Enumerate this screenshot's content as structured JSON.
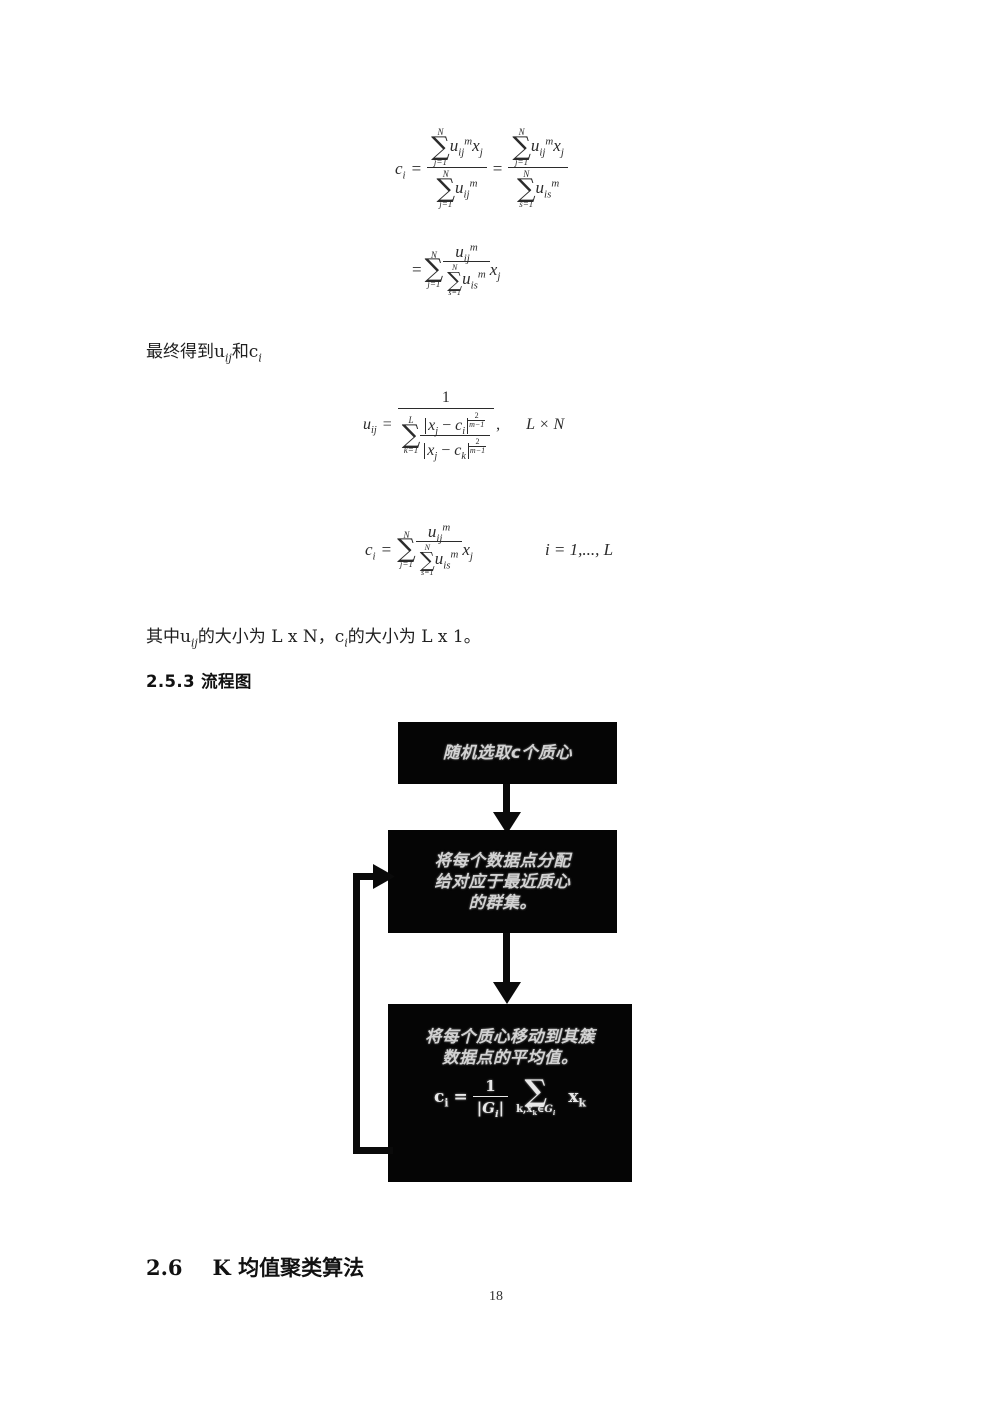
{
  "document": {
    "page_number": "18",
    "background_color": "#ffffff",
    "text_color": "#1f1f1f"
  },
  "equations": {
    "eq1": {
      "name": "centroid-update-derivation",
      "lhs": "c_i",
      "expression": "c_i = (sum_{j=1}^{N} u_ij^m x_j) / (sum_{j=1}^{N} u_ij^m) = (sum_{j=1}^{N} u_ij^m x_j) / (sum_{s=1}^{N} u_is^m)",
      "second_line": "= sum_{j=1}^{N} ( u_ij^m / sum_{s=1}^{N} u_is^m ) x_j",
      "symbols": {
        "c": "c",
        "u": "u",
        "x": "x",
        "m": "m",
        "N": "N",
        "i": "i",
        "j": "j",
        "s": "s",
        "lower_limit_j": "j=1",
        "lower_limit_s": "s=1"
      }
    },
    "eq2": {
      "name": "membership-update",
      "expression": "u_ij = 1 / ( sum_{k=1}^{L} ( ||x_j - c_i|| / ||x_j - c_k|| )^{2/(m-1)} )",
      "annotation": "L × N",
      "annotation_left": "L",
      "annotation_times": "×",
      "annotation_right": "N",
      "numerator": "1",
      "exponent_num": "2",
      "exponent_den": "m−1",
      "sum_upper": "L",
      "sum_lower": "k=1"
    },
    "eq3": {
      "name": "centroid-final",
      "expression": "c_i = sum_{j=1}^{N} ( u_ij^m / sum_{s=1}^{N} u_is^m ) x_j",
      "annotation": "i = 1,..., L",
      "sum_upper": "N",
      "sum_lower": "j=1",
      "inner_sum_upper": "N",
      "inner_sum_lower": "s=1"
    }
  },
  "paragraphs": {
    "intro": "最终得到u",
    "intro_sub": "ij",
    "intro_tail": "和c",
    "intro_tail_sub": "i",
    "dims_1": "其中u",
    "dims_1_sub": "ij",
    "dims_2": "的大小为 L x N，",
    "dims_3": "c",
    "dims_3_sub": "i",
    "dims_4": "的大小为 L x 1。"
  },
  "headings": {
    "section_253": "2.5.3 流程图",
    "section_26_number": "2.6",
    "section_26_title": "K 均值聚类算法"
  },
  "flowchart": {
    "name": "kmeans-flowchart",
    "box_fill": "#050505",
    "text_color": "#d2d2d2",
    "boxes": [
      {
        "id": "box-select-centroids",
        "lines": [
          "随机选取c个质心"
        ]
      },
      {
        "id": "box-assign-points",
        "lines": [
          "将每个数据点分配",
          "给对应于最近质心",
          "的群集。"
        ]
      },
      {
        "id": "box-move-centroids",
        "lines": [
          "将每个质心移动到其簇",
          "数据点的平均值。"
        ],
        "formula": {
          "lhs": "c",
          "lhs_sub": "i",
          "eq": "=",
          "frac_num": "1",
          "frac_den": "|G_i|",
          "frac_den_main": "|G",
          "frac_den_sub": "i",
          "frac_den_close": "|",
          "sum_sym": "∑",
          "sum_lower": "k, x_k ∈ G_i",
          "operand": "x",
          "operand_sub": "k"
        }
      }
    ],
    "connectors": [
      {
        "id": "arrow-box1-to-box2",
        "type": "down-arrow"
      },
      {
        "id": "arrow-box2-to-box3",
        "type": "down-arrow"
      },
      {
        "id": "feedback-loop-box3-to-box2",
        "type": "left-up-arrow"
      }
    ]
  }
}
